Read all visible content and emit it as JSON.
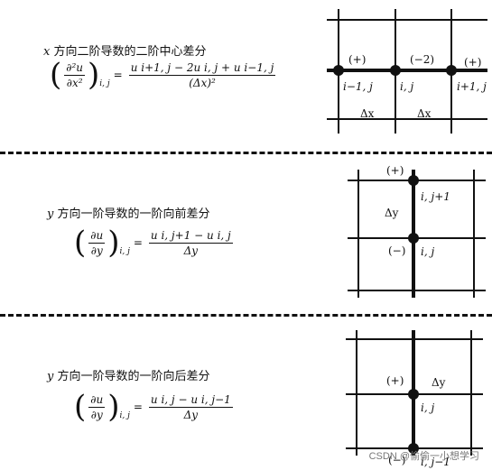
{
  "sections": [
    {
      "title_var": "x",
      "title_text": " 方向二阶导数的二阶中心差分",
      "formula": {
        "lhs_num": "∂²u",
        "lhs_den": "∂x²",
        "lhs_sub": "i, j",
        "rhs_num": "u i+1, j − 2u i, j + u i−1, j",
        "rhs_den": "(Δx)²"
      },
      "grid_labels": {
        "w_sign": "(+)",
        "c_sign": "(−2)",
        "e_sign": "(+)",
        "w_node": "i−1, j",
        "c_node": "i, j",
        "e_node": "i+1, j",
        "dx1": "Δx",
        "dx2": "Δx"
      }
    },
    {
      "title_var": "y",
      "title_text": " 方向一阶导数的一阶向前差分",
      "formula": {
        "lhs_num": "∂u",
        "lhs_den": "∂y",
        "lhs_sub": "i, j",
        "rhs_num": "u i, j+1 − u i, j",
        "rhs_den": "Δy"
      },
      "grid_labels": {
        "top_sign": "(+)",
        "bottom_sign": "(−)",
        "top_node": "i, j+1",
        "bottom_node": "i, j",
        "dy": "Δy"
      }
    },
    {
      "title_var": "y",
      "title_text": " 方向一阶导数的一阶向后差分",
      "formula": {
        "lhs_num": "∂u",
        "lhs_den": "∂y",
        "lhs_sub": "i, j",
        "rhs_num": "u i, j − u i, j−1",
        "rhs_den": "Δy"
      },
      "grid_labels": {
        "top_sign": "(+)",
        "bottom_sign": "(−)",
        "top_node": "i, j",
        "bottom_node": "i, j−1",
        "dy": "Δy"
      }
    }
  ],
  "watermark": "CSDN @偷偷一小想学习"
}
